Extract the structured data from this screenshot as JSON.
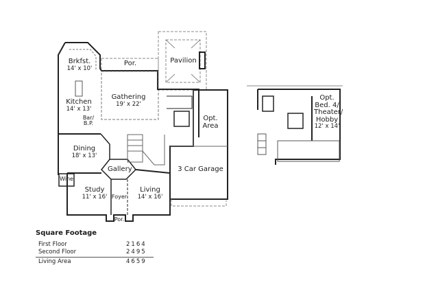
{
  "first_floor": {
    "rooms": [
      {
        "id": "brkfst",
        "name": "Brkfst.",
        "dims": "14' x 10'"
      },
      {
        "id": "porch-rear",
        "name": "Por.",
        "dims": ""
      },
      {
        "id": "pavilion",
        "name": "Pavilion",
        "dims": ""
      },
      {
        "id": "kitchen",
        "name": "Kitchen",
        "dims": "14' x 13'"
      },
      {
        "id": "gathering",
        "name": "Gathering",
        "dims": "19' x 22'"
      },
      {
        "id": "bar",
        "name": "Bar/",
        "dims": "B.P."
      },
      {
        "id": "opt-area",
        "name": "Opt.",
        "dims": "Area"
      },
      {
        "id": "dining",
        "name": "Dining",
        "dims": "18' x 13'"
      },
      {
        "id": "gallery",
        "name": "Gallery",
        "dims": ""
      },
      {
        "id": "garage",
        "name": "3 Car Garage",
        "dims": ""
      },
      {
        "id": "wine",
        "name": "Wine",
        "dims": ""
      },
      {
        "id": "study",
        "name": "Study",
        "dims": "11' x 16'"
      },
      {
        "id": "foyer",
        "name": "Foyer",
        "dims": ""
      },
      {
        "id": "living",
        "name": "Living",
        "dims": "14' x 16'"
      },
      {
        "id": "porch-front",
        "name": "Por.",
        "dims": ""
      }
    ]
  },
  "second_floor": {
    "rooms": [
      {
        "id": "opt-bed4",
        "lines": [
          "Opt.",
          "Bed. 4/",
          "Theater/",
          "Hobby"
        ],
        "dims": "12' x 14'"
      }
    ]
  },
  "square_footage": {
    "title": "Square Footage",
    "rows": [
      {
        "label": "First Floor",
        "value": "2164"
      },
      {
        "label": "Second Floor",
        "value": "2495"
      }
    ],
    "total": {
      "label": "Living Area",
      "value": "4659"
    }
  }
}
